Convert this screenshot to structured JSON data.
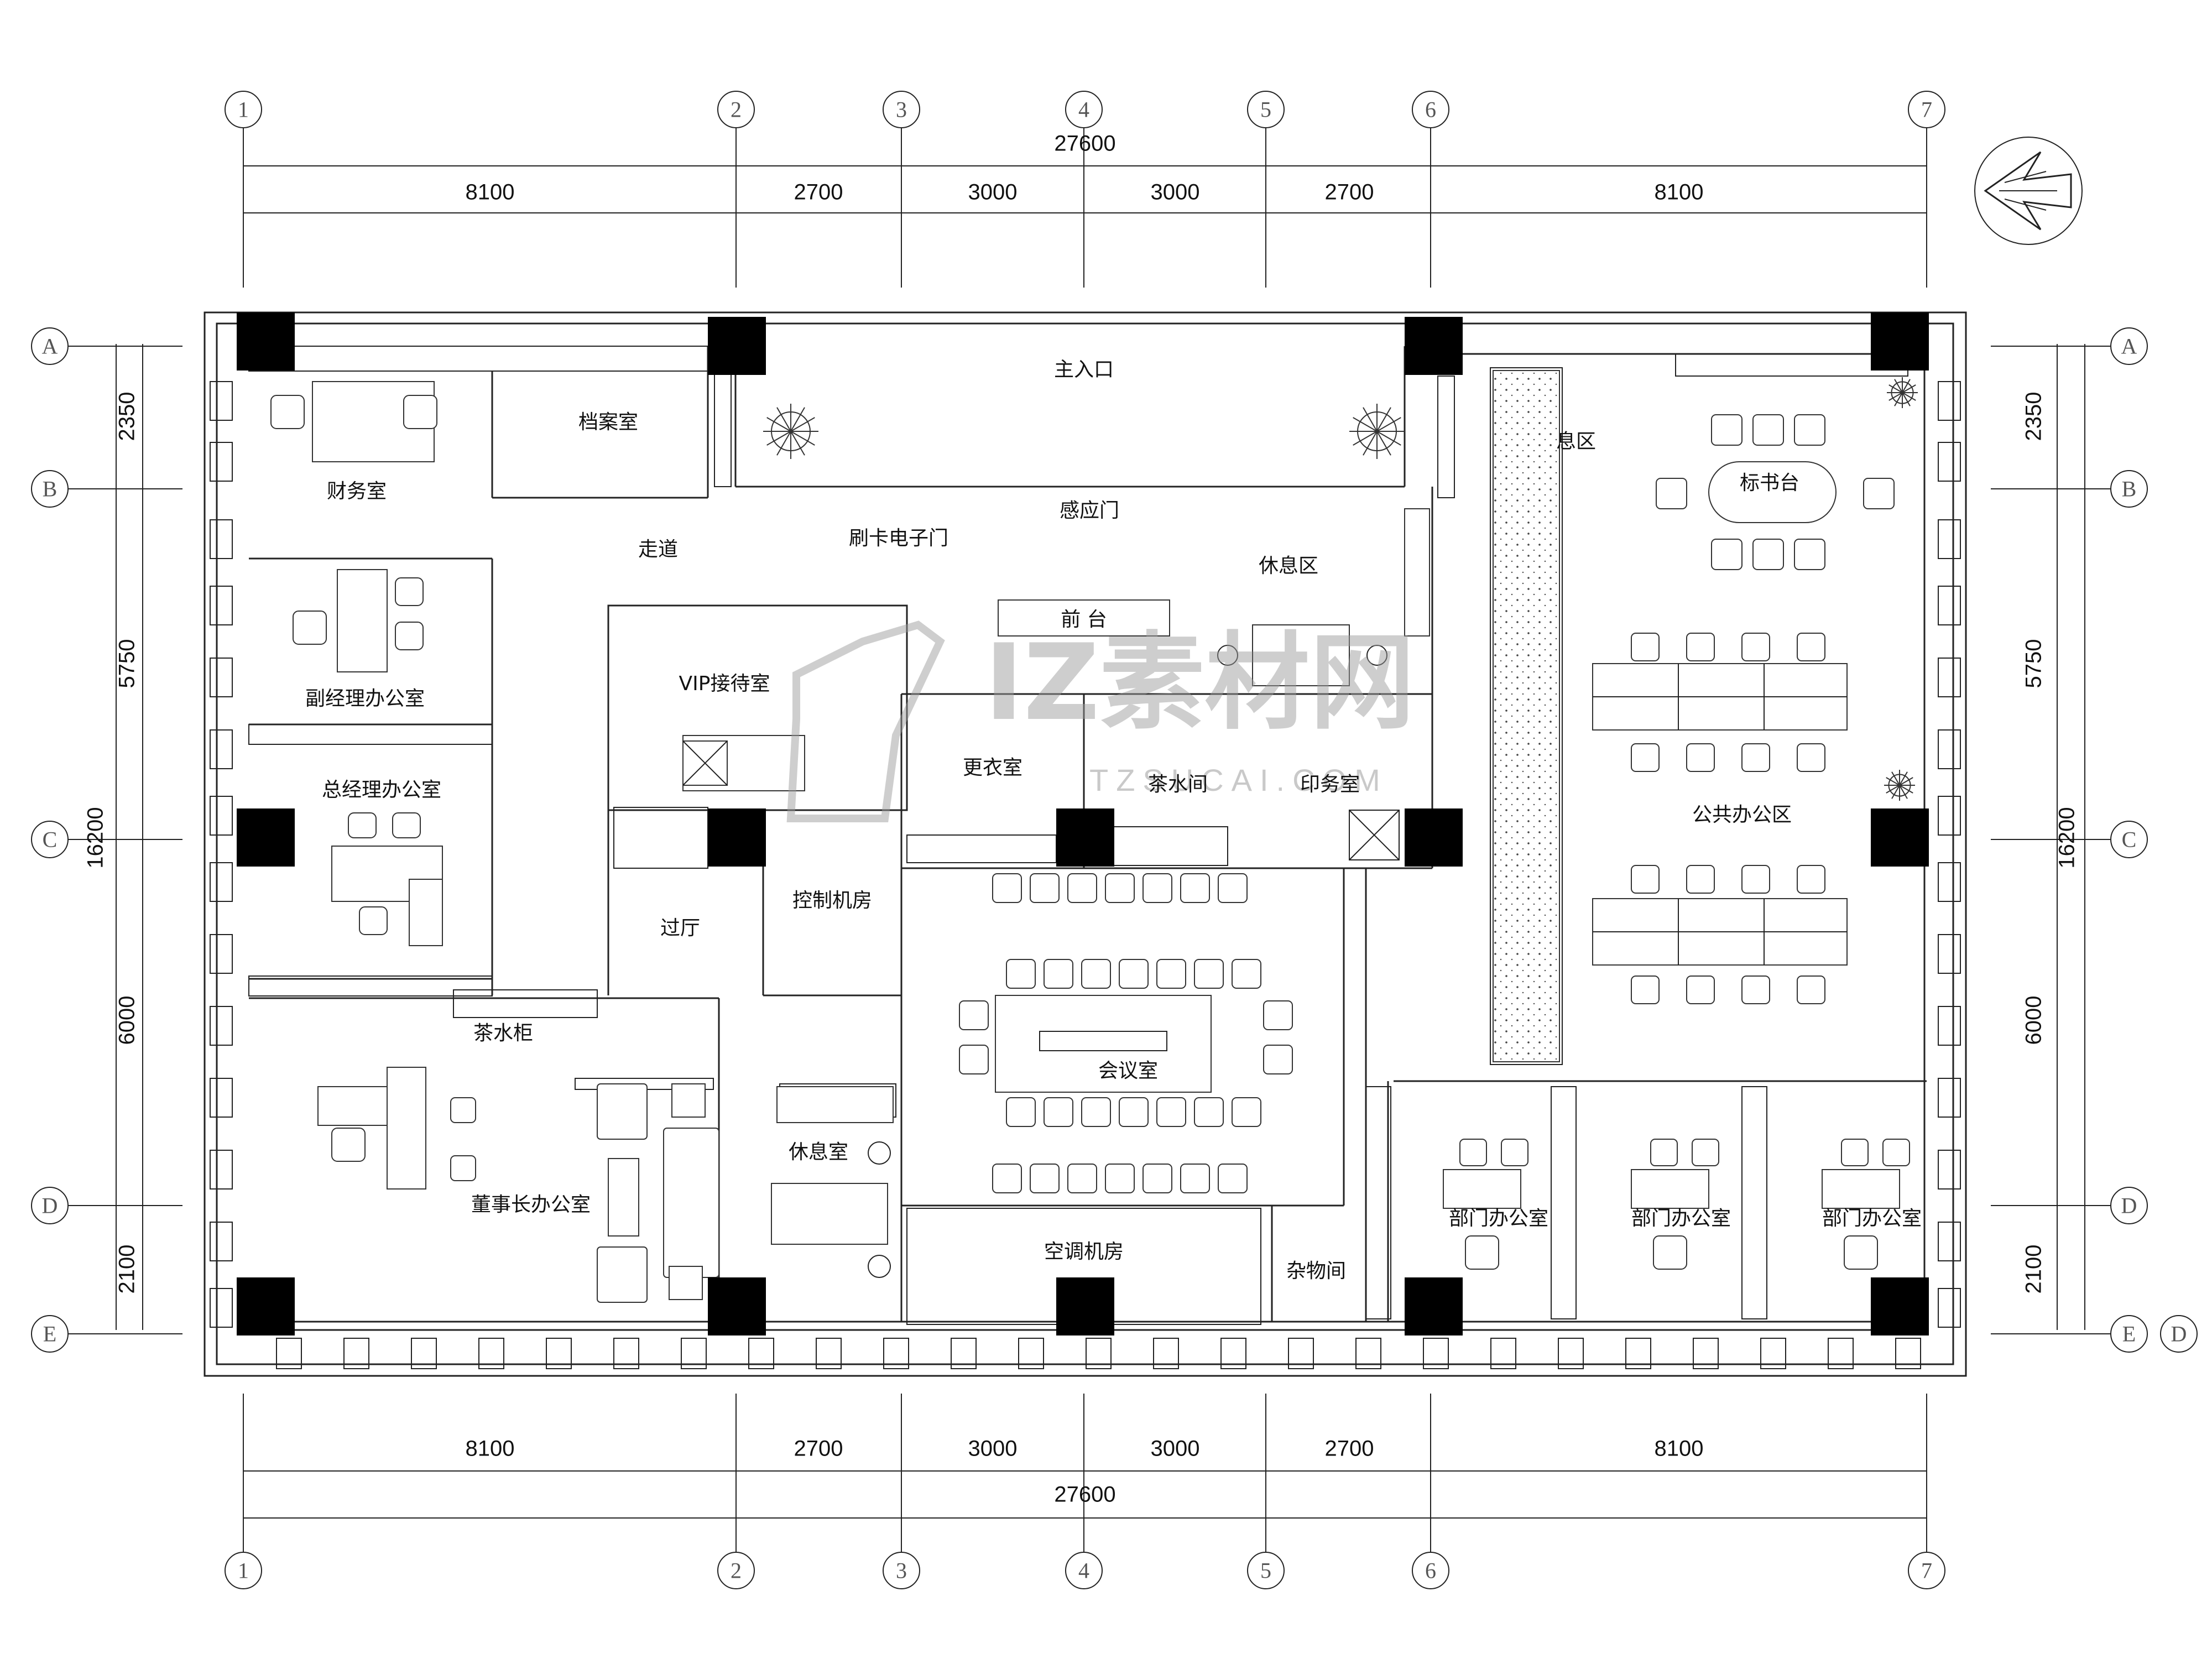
{
  "title": "",
  "top_dimensions": {
    "total": "27600",
    "segments": [
      "8100",
      "2700",
      "3000",
      "3000",
      "2700",
      "8100"
    ]
  },
  "bottom_dimensions": {
    "total": "27600",
    "segments": [
      "8100",
      "2700",
      "3000",
      "3000",
      "2700",
      "8100"
    ]
  },
  "left_dimensions": {
    "total": "16200",
    "segments": [
      "2350",
      "5750",
      "6000",
      "2100"
    ]
  },
  "right_dimensions": {
    "total": "16200",
    "segments": [
      "2350",
      "5750",
      "6000",
      "2100"
    ]
  },
  "column_axes": [
    "1",
    "2",
    "3",
    "4",
    "5",
    "6",
    "7"
  ],
  "row_axes": [
    "A",
    "B",
    "C",
    "D",
    "E"
  ],
  "row_axis_extra": "D",
  "rooms": {
    "main_entrance": "主入口",
    "archive": "档案室",
    "finance": "财务室",
    "corridor": "走道",
    "card_door": "刷卡电子门",
    "sensor_door": "感应门",
    "lounge_front": "休息区",
    "lounge_partial": "息区",
    "reception": "前 台",
    "vip": "VIP接待室",
    "deputy_manager": "副经理办公室",
    "general_manager": "总经理办公室",
    "changing": "更衣室",
    "tea_room": "茶水间",
    "print_room": "印务室",
    "control_room": "控制机房",
    "hall": "过厅",
    "tea_cabinet": "茶水柜",
    "chairman": "董事长办公室",
    "rest_room": "休息室",
    "meeting_room": "会议室",
    "ac_room": "空调机房",
    "storage": "杂物间",
    "bid_table": "标书台",
    "public_office": "公共办公区",
    "dept_office_1": "部门办公室",
    "dept_office_2": "部门办公室",
    "dept_office_3": "部门办公室"
  },
  "watermark": {
    "text": "IZ素材网",
    "sub": "TZSUCAI.COM"
  }
}
